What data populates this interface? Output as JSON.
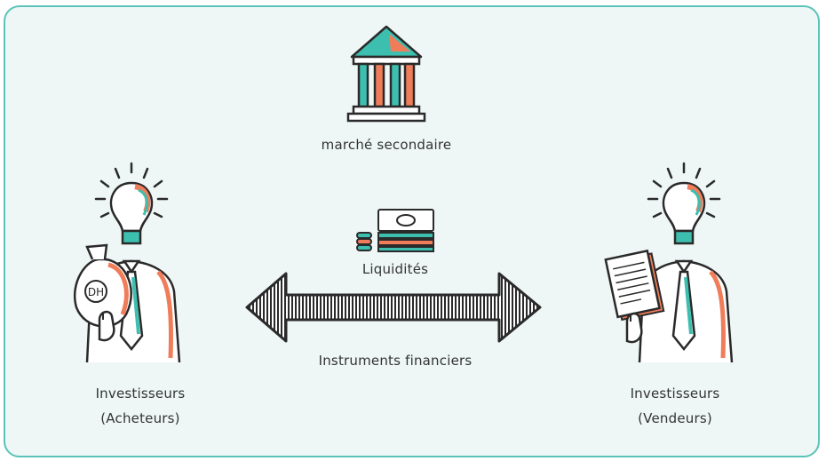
{
  "diagram": {
    "market_label": "marché secondaire",
    "liquidity_label": "Liquidités",
    "instruments_label": "Instruments financiers",
    "buyers": {
      "line1": "Investisseurs",
      "line2": "(Acheteurs)",
      "bag_text": "DH"
    },
    "sellers": {
      "line1": "Investisseurs",
      "line2": "(Vendeurs)"
    }
  },
  "colors": {
    "border": "#5cc3b8",
    "background": "#eef7f6",
    "teal": "#3dbfb0",
    "orange": "#f07d5a",
    "ink": "#2a2a2a"
  }
}
